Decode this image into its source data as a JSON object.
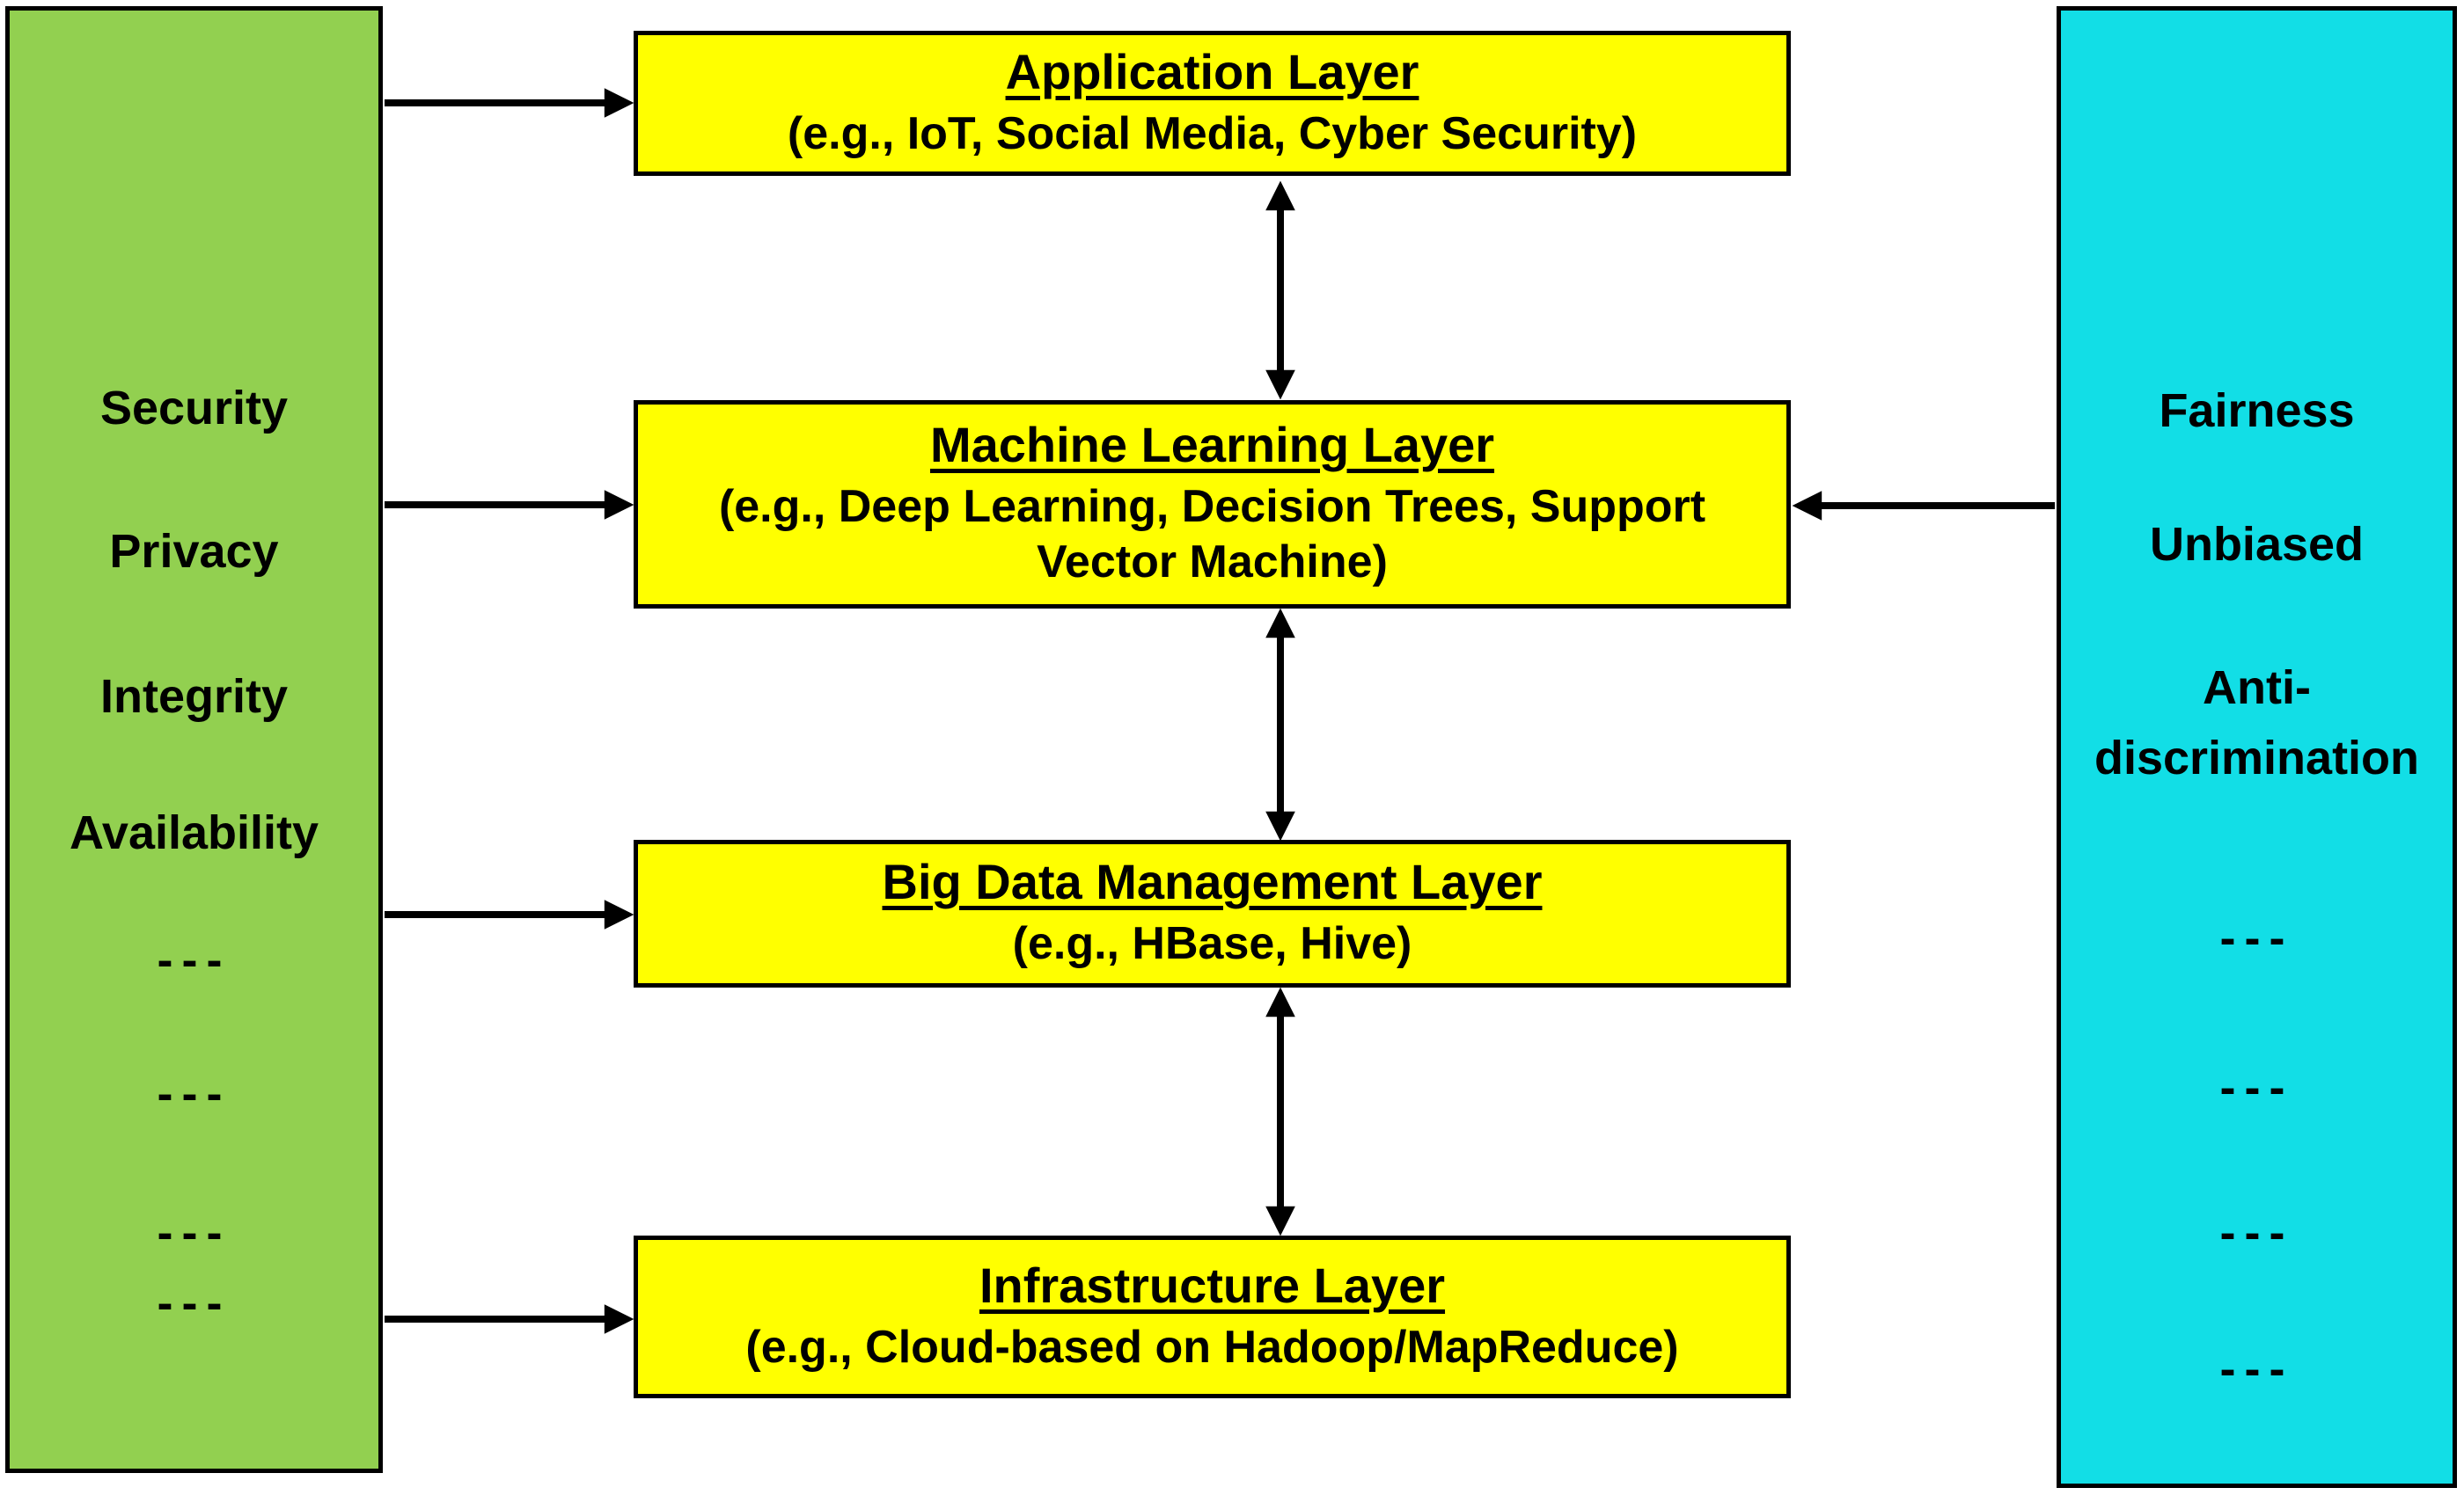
{
  "left_panel": {
    "role": "security requirements",
    "bg_color": "#92D050",
    "items": [
      "Security",
      "Privacy",
      "Integrity",
      "Availability",
      "---",
      "---",
      "---",
      "---"
    ]
  },
  "right_panel": {
    "role": "fairness requirements",
    "bg_color": "#12DEE6",
    "items": [
      "Fairness",
      "Unbiased",
      "Anti-discrimination",
      "---",
      "---",
      "---",
      "---"
    ]
  },
  "layers": [
    {
      "title": "Application Layer",
      "subtitle": "(e.g., IoT, Social Media, Cyber Security)"
    },
    {
      "title": "Machine Learning Layer",
      "subtitle": "(e.g., Deep Learning, Decision Trees, Support Vector Machine)"
    },
    {
      "title": "Big Data Management Layer",
      "subtitle": "(e.g., HBase, Hive)"
    },
    {
      "title": "Infrastructure Layer",
      "subtitle": "(e.g., Cloud-based on Hadoop/MapReduce)"
    }
  ],
  "colors": {
    "box_fill": "#FFFF00",
    "left_panel_fill": "#92D050",
    "right_panel_fill": "#12DEE6",
    "border": "#000000",
    "arrow": "#000000",
    "background": "#FFFFFF"
  }
}
